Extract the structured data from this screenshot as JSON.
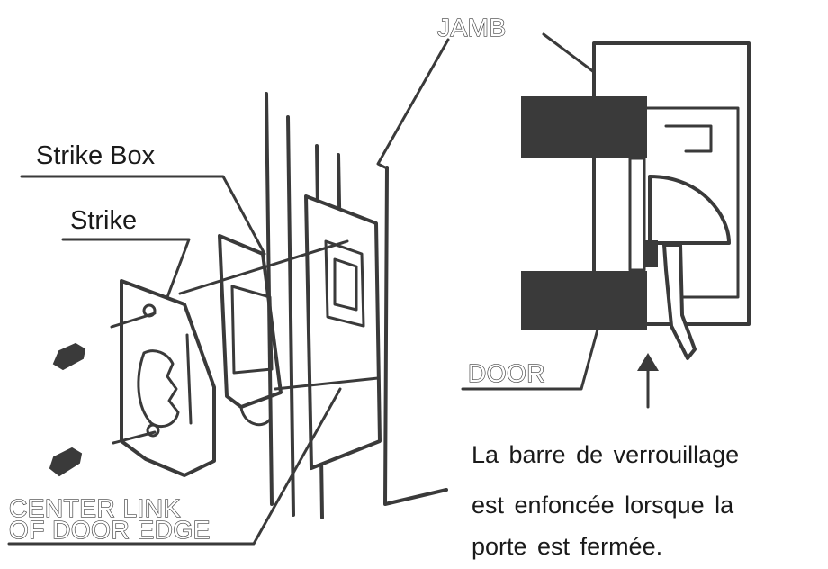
{
  "labels": {
    "jamb": "JAMB",
    "strike_box": "Strike Box",
    "strike": "Strike",
    "door": "DOOR",
    "center_link_line1": "CENTER LINK",
    "center_link_line2": "OF DOOR EDGE"
  },
  "note": {
    "line1": "La barre de verrouillage",
    "line2": "est enfoncée lorsque la",
    "line3": "porte est fermée."
  }
}
